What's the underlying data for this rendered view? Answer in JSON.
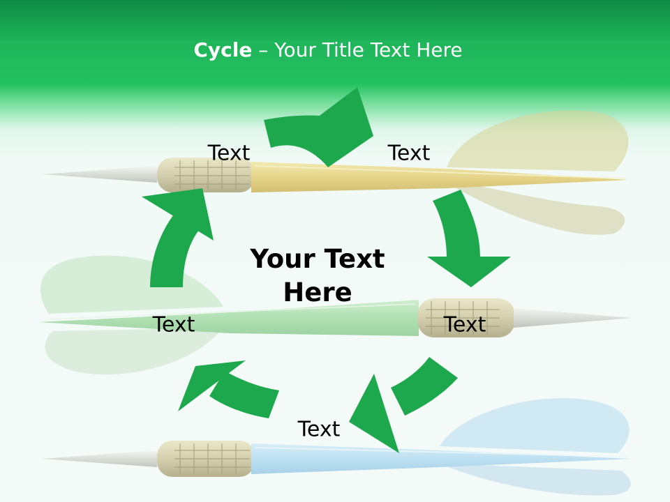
{
  "title": {
    "bold": "Cycle",
    "rest": " – Your Title Text Here"
  },
  "center_text": {
    "line1": "Your Text",
    "line2": "Here"
  },
  "labels": [
    "Text",
    "Text",
    "Text",
    "Text",
    "Text"
  ],
  "colors": {
    "arrow": "#1ea84e",
    "header": "#1fb55a",
    "dart_yellow": "#d9c76a",
    "dart_green": "#9ed49f",
    "dart_blue": "#a8d4ec"
  }
}
